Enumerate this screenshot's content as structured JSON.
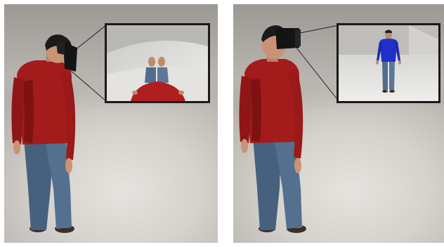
{
  "figure": {
    "panels": [
      {
        "id": "left",
        "description_key": "first-person-view-inset"
      },
      {
        "id": "right",
        "description_key": "mirror-avatar-view-inset"
      }
    ],
    "colors": {
      "shirt_red": "#a41b1b",
      "shirt_blue": "#1f2fc8",
      "jeans": "#4a6583",
      "skin": "#c99375",
      "hair": "#1b1b1b",
      "hmd": "#141414",
      "floor": "#d6d2cd",
      "inset_border": "#1a1a1a"
    }
  }
}
